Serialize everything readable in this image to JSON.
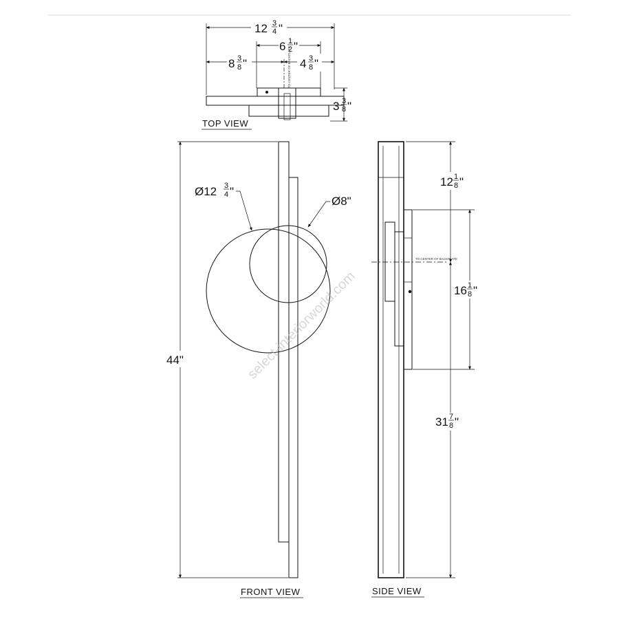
{
  "views": {
    "top": "TOP VIEW",
    "front": "FRONT VIEW",
    "side": "SIDE VIEW"
  },
  "dimensions": {
    "top_overall": {
      "whole": "12",
      "num": "3",
      "den": "4"
    },
    "top_mid": {
      "whole": "6",
      "num": "1",
      "den": "2"
    },
    "top_left": {
      "whole": "8",
      "num": "3",
      "den": "8"
    },
    "top_right": {
      "whole": "4",
      "num": "3",
      "den": "8"
    },
    "top_depth": {
      "whole": "3",
      "num": "3",
      "den": "8"
    },
    "front_height": "44\"",
    "front_large_disc": {
      "whole": "Ø12",
      "num": "3",
      "den": "4"
    },
    "front_small_disc": "Ø8\"",
    "side_top": {
      "whole": "12",
      "num": "1",
      "den": "8"
    },
    "side_mid": {
      "whole": "16",
      "num": "1",
      "den": "8"
    },
    "side_bottom": {
      "whole": "31",
      "num": "7",
      "den": "8"
    }
  },
  "notes": {
    "top_center": "TO CENTER OF BACKPLATE",
    "side_center": "TO CENTER OF BACKPLATE"
  },
  "watermark": "select-interiorworld.com"
}
